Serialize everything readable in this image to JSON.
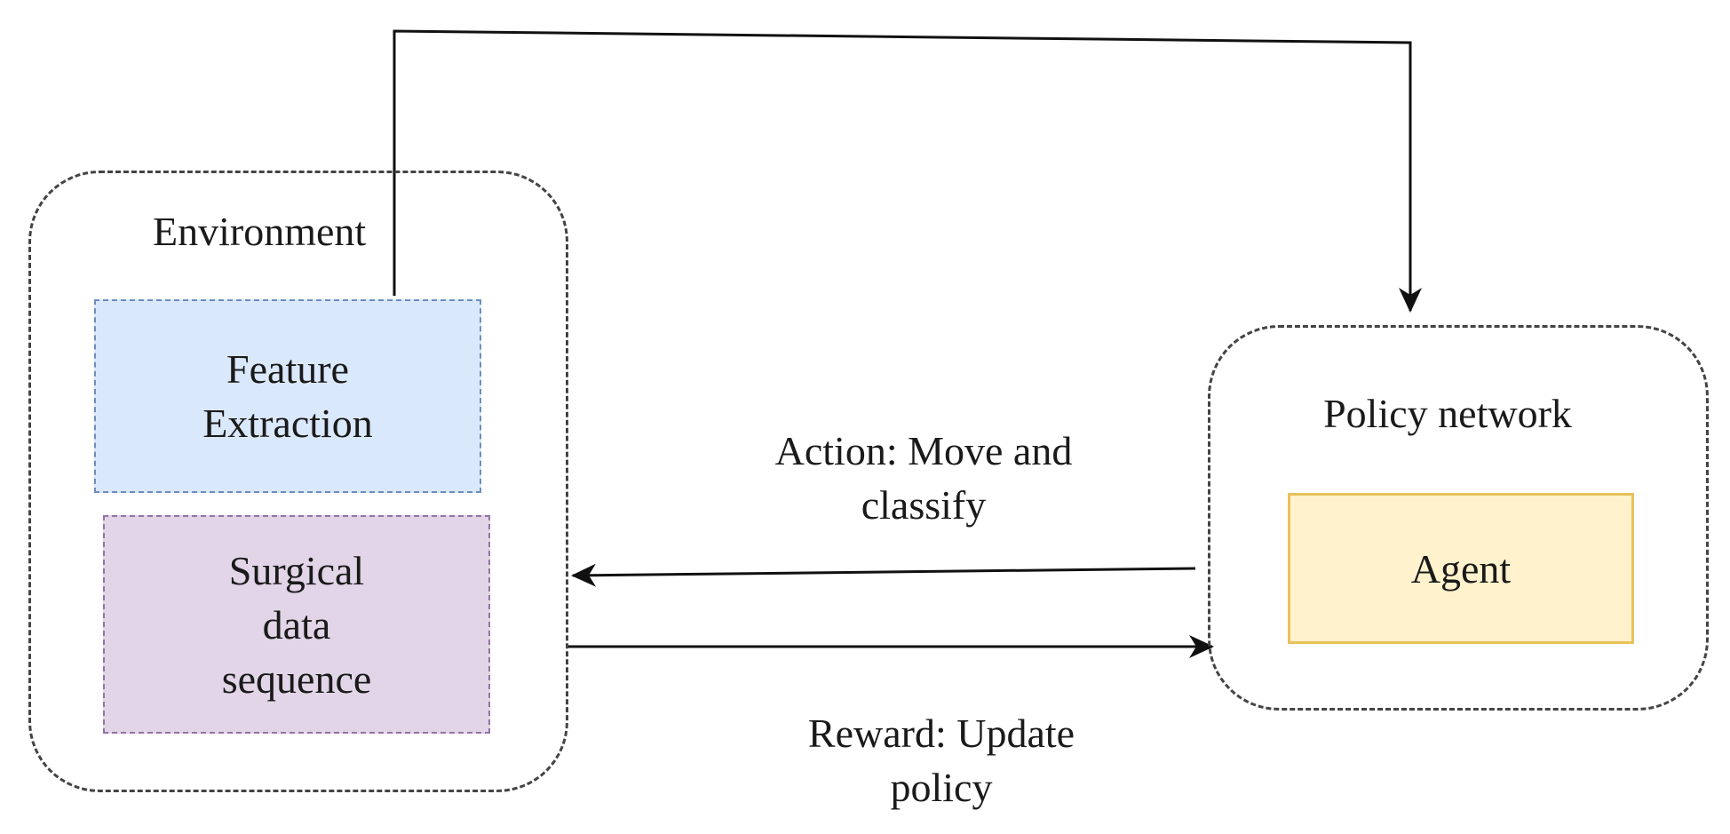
{
  "environment": {
    "title": "Environment",
    "feature_extraction": "Feature\nExtraction",
    "surgical_data": "Surgical\ndata\nsequence"
  },
  "policy_network": {
    "title": "Policy network",
    "agent": "Agent"
  },
  "edges": {
    "action": "Action: Move and\nclassify",
    "reward": "Reward: Update\npolicy"
  },
  "colors": {
    "feature_fill": "#dae8fc",
    "feature_border": "#6c8ebf",
    "surgical_fill": "#e1d5e7",
    "surgical_border": "#9673a6",
    "agent_fill": "#fff2cc",
    "agent_border": "#e8c15a"
  }
}
